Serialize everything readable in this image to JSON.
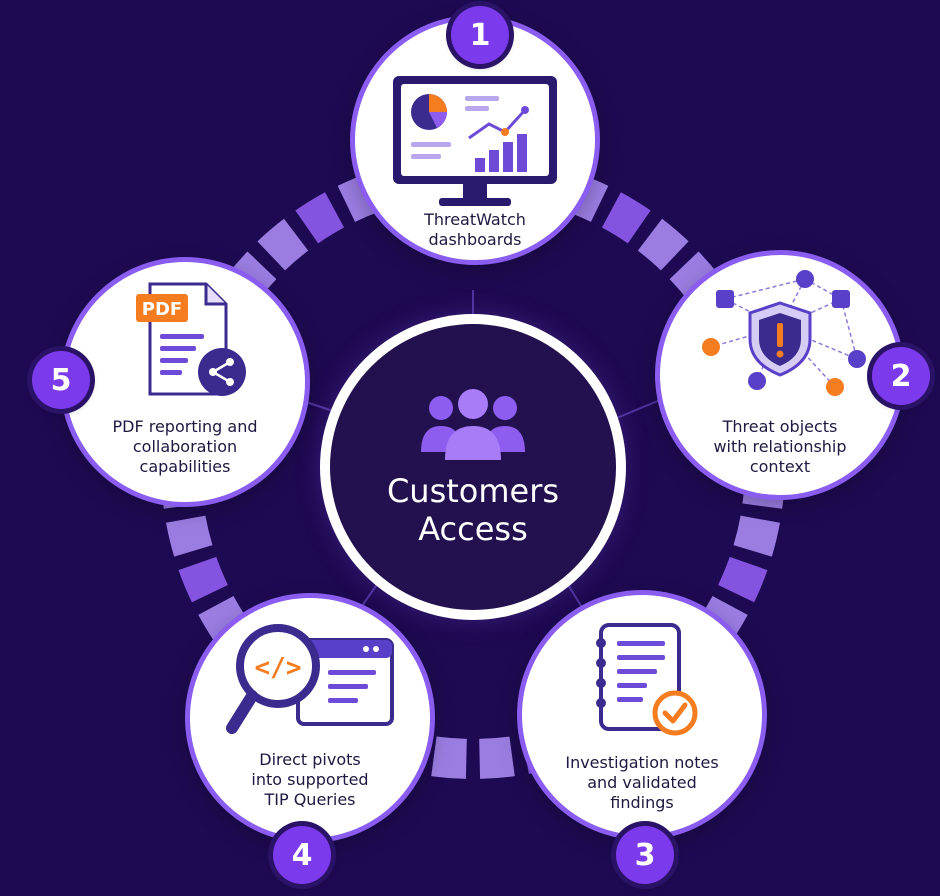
{
  "center": {
    "title_line1": "Customers",
    "title_line2": "Access",
    "icon": "users-group-icon"
  },
  "colors": {
    "background": "#1e0a52",
    "accent": "#7c3aed",
    "ring_light": "#a98af2",
    "ring_mid": "#8f5cf0",
    "orange": "#f57c1f",
    "node_border": "#8a5cf0"
  },
  "nodes": [
    {
      "number": "1",
      "line1": "ThreatWatch",
      "line2": "dashboards",
      "line3": "",
      "icon": "dashboard-monitor-icon"
    },
    {
      "number": "2",
      "line1": "Threat objects",
      "line2": "with relationship",
      "line3": "context",
      "icon": "shield-network-icon"
    },
    {
      "number": "3",
      "line1": "Investigation notes",
      "line2": "and validated",
      "line3": "findings",
      "icon": "notebook-check-icon"
    },
    {
      "number": "4",
      "line1": "Direct pivots",
      "line2": "into supported",
      "line3": "TIP Queries",
      "icon": "code-search-icon"
    },
    {
      "number": "5",
      "line1": "PDF reporting and",
      "line2": "collaboration",
      "line3": "capabilities",
      "icon": "pdf-share-icon"
    }
  ],
  "pdf_badge_text": "PDF"
}
